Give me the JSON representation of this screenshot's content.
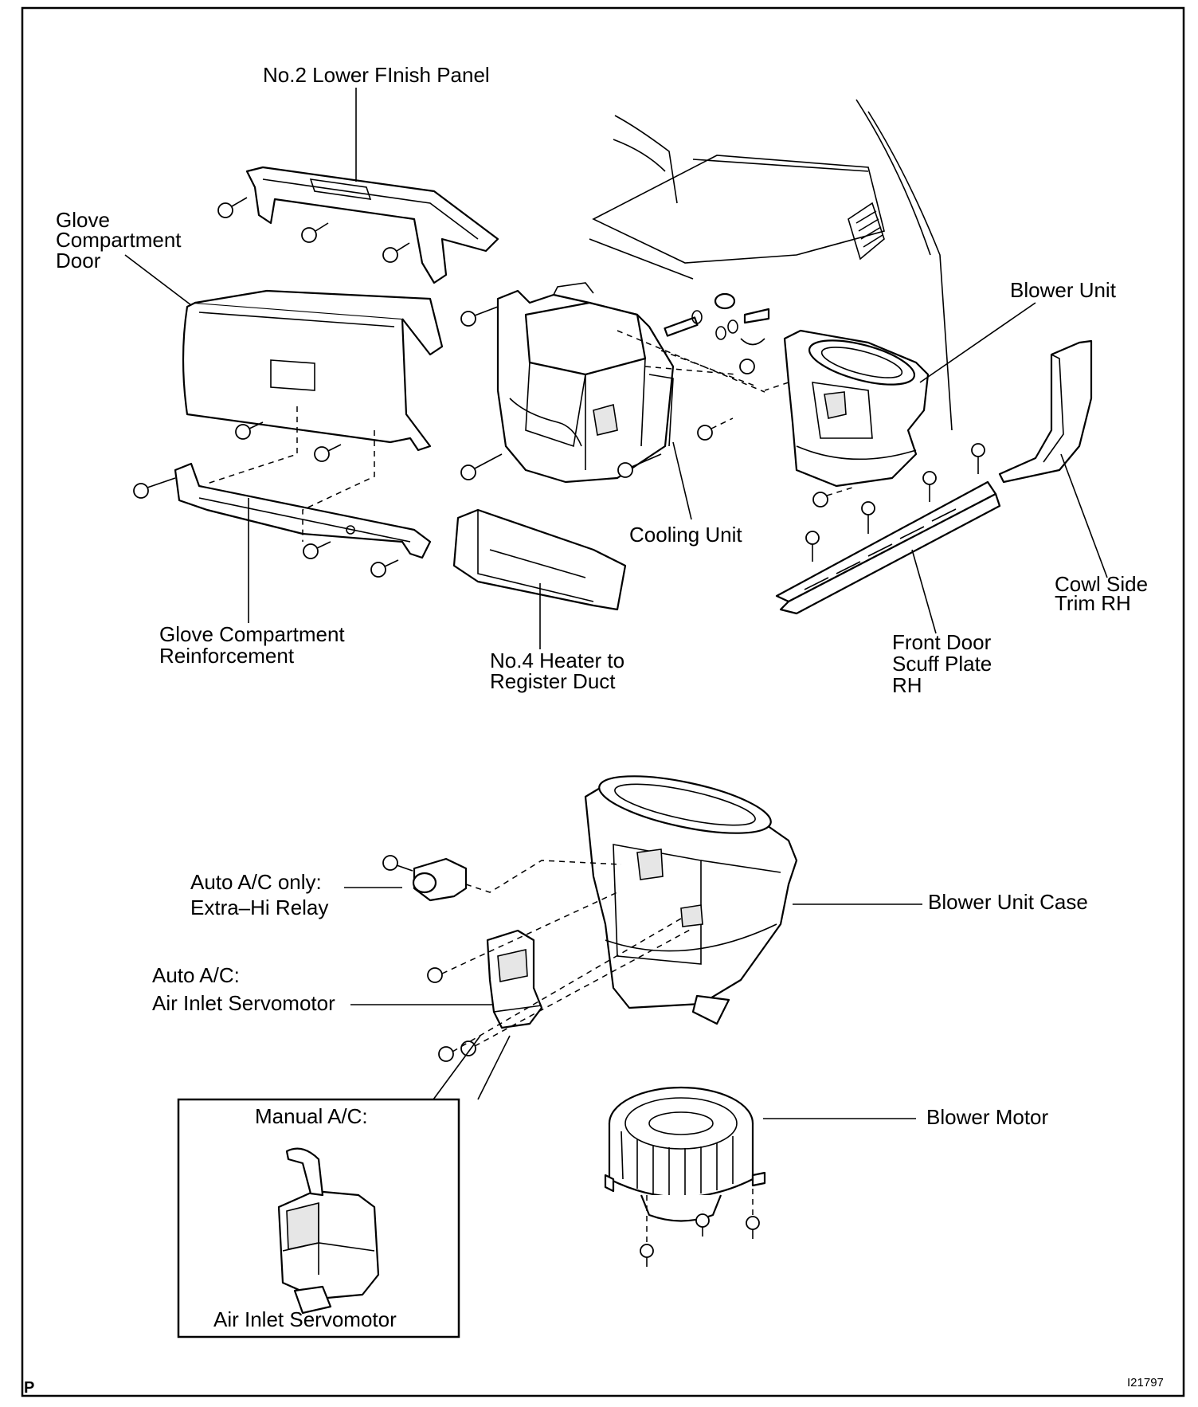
{
  "labels": {
    "no2_lower_finish_panel": "No.2 Lower FInish Panel",
    "glove_compartment_door": [
      "Glove",
      "Compartment",
      "Door"
    ],
    "blower_unit": "Blower Unit",
    "cooling_unit": "Cooling Unit",
    "cowl_side_trim_rh": [
      "Cowl Side",
      "Trim RH"
    ],
    "glove_compartment_reinforcement": [
      "Glove Compartment",
      "Reinforcement"
    ],
    "no4_heater_to_register_duct": [
      "No.4 Heater to",
      "Register Duct"
    ],
    "front_door_scuff_plate_rh": [
      "Front Door",
      "Scuff Plate",
      "RH"
    ],
    "extra_hi_relay": [
      "Auto A/C only:",
      "Extra–Hi Relay"
    ],
    "blower_unit_case": "Blower Unit Case",
    "auto_air_inlet_servomotor": [
      "Auto A/C:",
      "Air Inlet Servomotor"
    ],
    "blower_motor": "Blower Motor",
    "inset_title": "Manual A/C:",
    "inset_caption": "Air Inlet Servomotor"
  },
  "corner_mark": "P",
  "figure_id": "I21797"
}
